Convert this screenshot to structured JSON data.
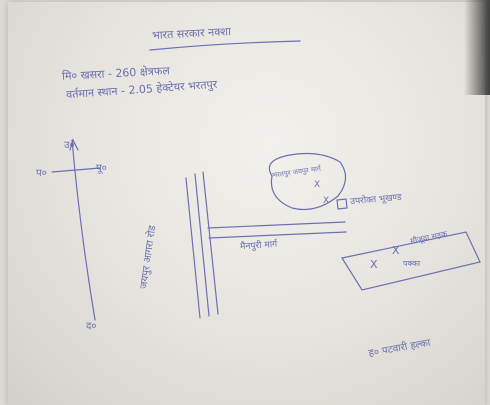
{
  "document": {
    "title": "भारत सरकार नक्शा",
    "line_1": "मि० खसरा - 260 क्षेत्रफल",
    "line_2": "वर्तमान स्थान - 2.05 हेक्टेयर भरतपुर",
    "compass": {
      "north": "उ०",
      "east": "पू०",
      "west": "प०",
      "south": "द०"
    },
    "road_vertical": "जयपुर आगरा रोड",
    "road_lower": "मैनपुरी मार्ग",
    "circle_label": "भरतपुर जयपुर मार्ग",
    "circle_mark": "X",
    "mark_x": "X",
    "side_note": "उपरोक्त भूखण्ड",
    "box_label": "मौजूदा सड़क",
    "box_mark_1": "X",
    "box_mark_2": "X",
    "box_note": "पक्का",
    "signature": "ह० पटवारी हल्का"
  }
}
